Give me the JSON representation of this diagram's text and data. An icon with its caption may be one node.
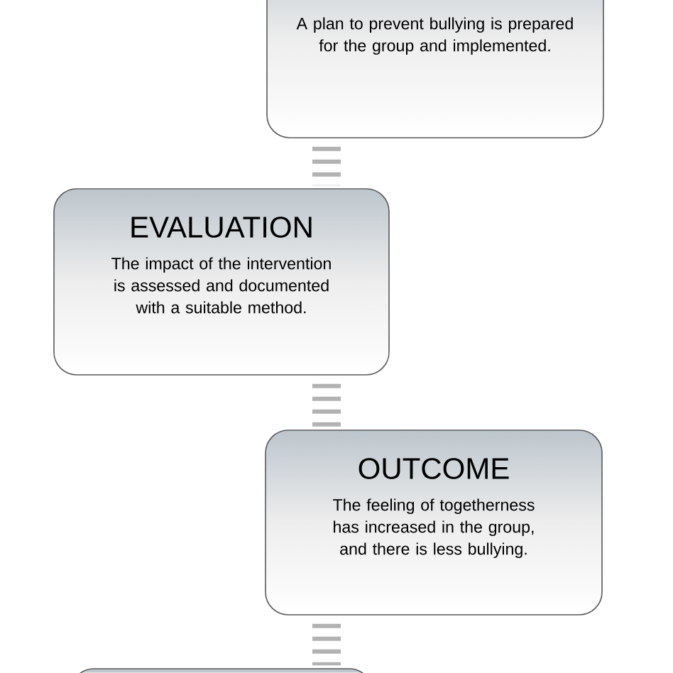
{
  "diagram": {
    "nodes": [
      {
        "text": [
          "A plan to prevent bullying is prepared for the group and implemented."
        ]
      },
      {
        "text": [
          "EVALUATION",
          "The impact of the intervention is assessed and documented with a suitable method."
        ]
      },
      {
        "text": [
          "OUTCOME",
          "The feeling of togetherness has increased in the group, and there is less bullying."
        ]
      },
      {
        "text": [],
        "shape": "box"
      }
    ],
    "edges": [
      {
        "from": 0,
        "to": 1,
        "arrow": "none",
        "style": "dashed"
      },
      {
        "from": 1,
        "to": 2,
        "arrow": "none",
        "style": "dashed"
      },
      {
        "from": 2,
        "to": 3,
        "arrow": "none",
        "style": "dashed"
      }
    ]
  }
}
